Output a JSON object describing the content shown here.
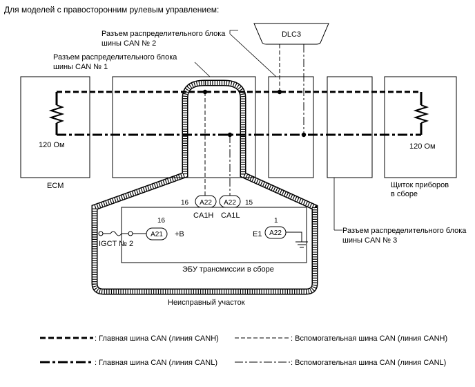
{
  "header": "Для моделей с правосторонним рулевым управлением:",
  "labels": {
    "junction2_line1": "Разъем распределительного блока",
    "junction2_line2": "шины CAN № 2",
    "junction1_line1": "Разъем распределительного блока",
    "junction1_line2": "шины CAN № 1",
    "dlc3": "DLC3",
    "ecm_resistor": "120 Ом",
    "meter_resistor": "120 Ом",
    "ecm": "ECM",
    "meter_line1": "Щиток приборов",
    "meter_line2": "в сборе",
    "junction3_line1": "Разъем распределительного блока",
    "junction3_line2": "шины CAN № 3",
    "pin16_top": "16",
    "pin15_top": "15",
    "conn_ca1h": "A22",
    "conn_ca1l": "A22",
    "ca1h": "CA1H",
    "ca1l": "CA1L",
    "pin16_left": "16",
    "conn_a21": "A21",
    "plus_b": "+B",
    "igct": "IGCT № 2",
    "pin1": "1",
    "e1": "E1",
    "conn_e1": "A22",
    "ecu": "ЭБУ трансмиссии в сборе",
    "faulty": "Неисправный участок"
  },
  "legend": [
    {
      "style": "main-canh",
      "label": ": Главная шина CAN (линия CANH)"
    },
    {
      "style": "sub-canh",
      "label": ": Вспомогательная шина CAN (линия CANH)"
    },
    {
      "style": "main-canl",
      "label": ": Главная шина CAN (линия CANL)"
    },
    {
      "style": "sub-canl",
      "label": ": Вспомогательная шина CAN (линия CANL)"
    }
  ]
}
